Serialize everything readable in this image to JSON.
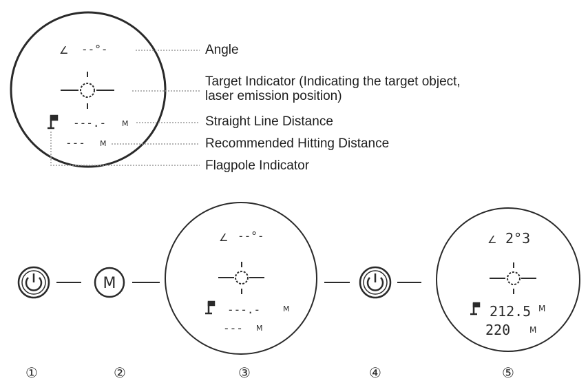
{
  "callouts": {
    "angle": "Angle",
    "target_line1": "Target Indicator (Indicating the target object,",
    "target_line2": "laser emission position)",
    "straight": "Straight Line Distance",
    "recommended": "Recommended Hitting Distance",
    "flagpole": "Flagpole Indicator"
  },
  "display_blank": {
    "angle_symbol": "∠",
    "angle_value": "--°-",
    "straight_value": "---.-",
    "recommended_value": "---",
    "unit": "M"
  },
  "display_result": {
    "angle_symbol": "∠",
    "angle_value": "2°3",
    "straight_value": "212.5",
    "recommended_value": "220",
    "unit": "M"
  },
  "steps": {
    "button_m_label": "M",
    "numbers": [
      "①",
      "②",
      "③",
      "④",
      "⑤"
    ]
  },
  "colors": {
    "ink": "#2a2a2a",
    "dotted": "#9a9a9a"
  }
}
